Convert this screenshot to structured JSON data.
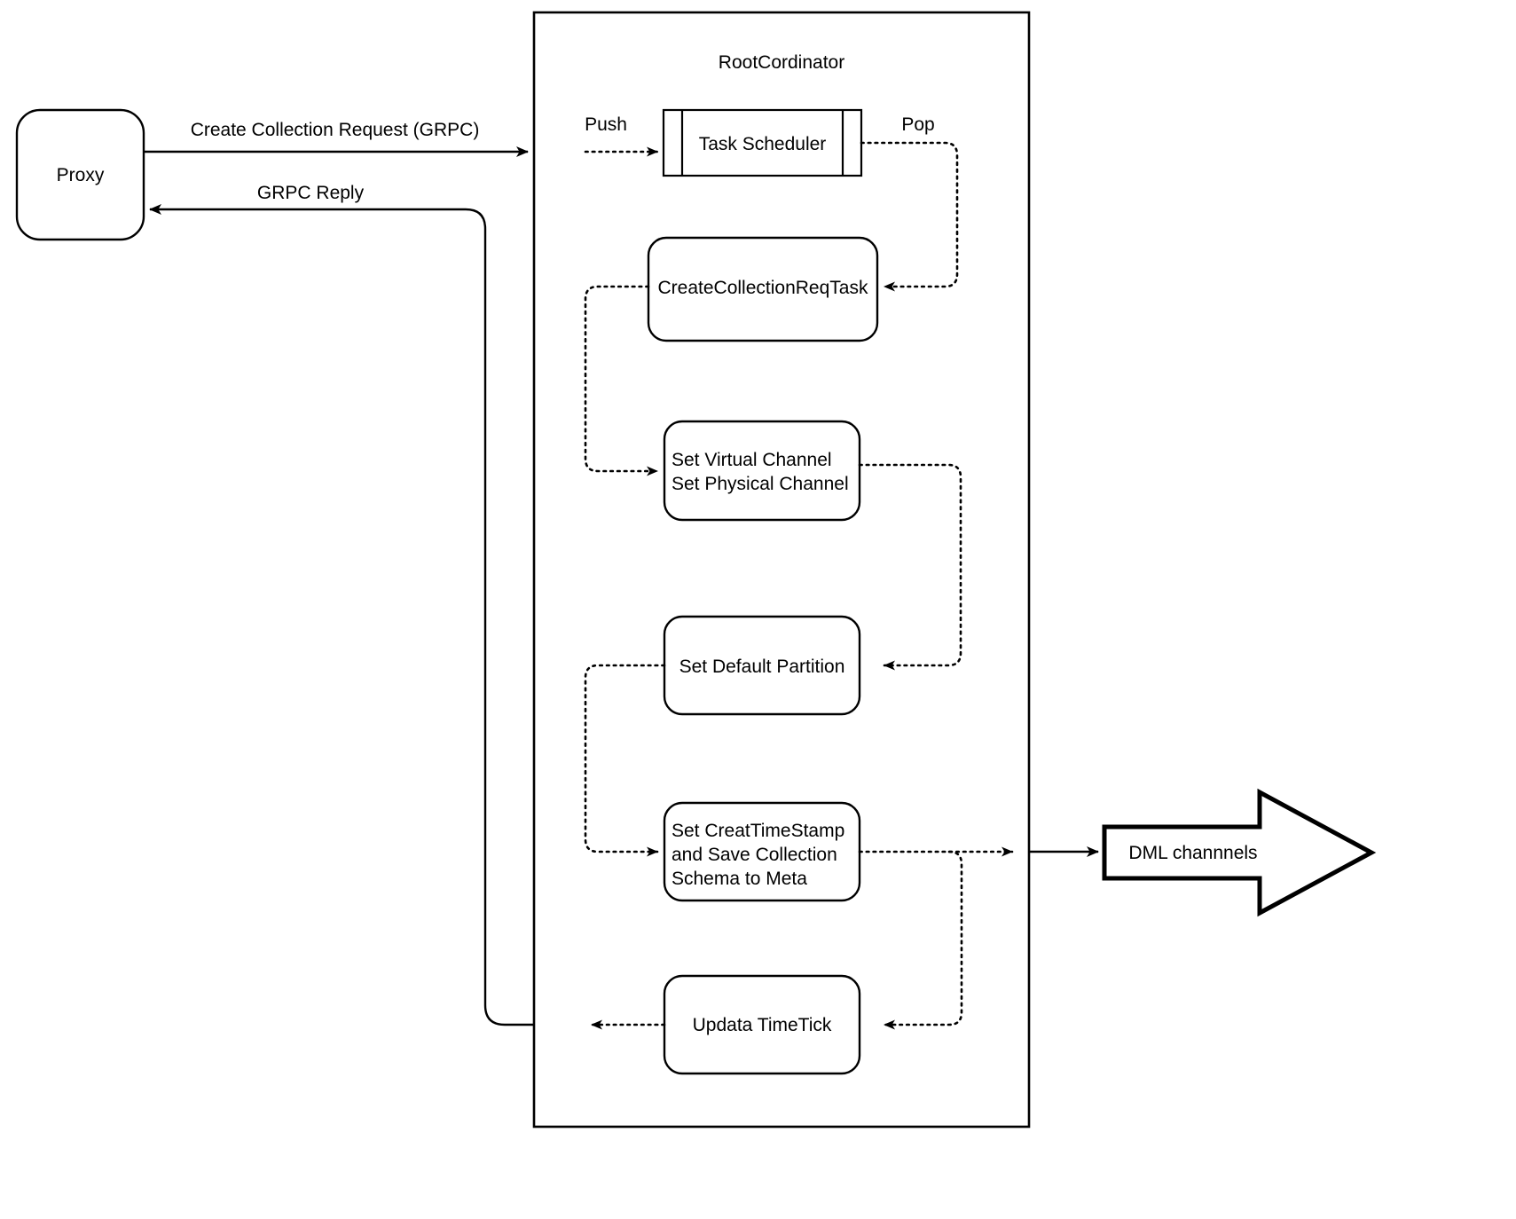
{
  "diagram": {
    "title_visible": false,
    "container": {
      "label": "RootCordinator"
    },
    "nodes": [
      {
        "id": "proxy",
        "label": "Proxy",
        "shape": "rounded-rect"
      },
      {
        "id": "task-scheduler",
        "label": "Task Scheduler",
        "shape": "queue"
      },
      {
        "id": "create-collection-req-task",
        "label": "CreateCollectionReqTask",
        "shape": "rounded-rect"
      },
      {
        "id": "set-channels",
        "label": "Set Virtual Channel\nSet Physical Channel",
        "shape": "rounded-rect"
      },
      {
        "id": "set-default-partition",
        "label": "Set Default Partition",
        "shape": "rounded-rect"
      },
      {
        "id": "set-timestamp",
        "label": "Set CreatTimeStamp\nand Save Collection\nSchema to Meta",
        "shape": "rounded-rect"
      },
      {
        "id": "updata-timetick",
        "label": "Updata TimeTick",
        "shape": "rounded-rect"
      },
      {
        "id": "dml-channnels",
        "label": "DML channnels",
        "shape": "block-arrow-right"
      }
    ],
    "node_labels": {
      "proxy": "Proxy",
      "task_scheduler": "Task Scheduler",
      "create_collection_req_task": "CreateCollectionReqTask",
      "set_channels_line1": "Set Virtual Channel",
      "set_channels_line2": "Set Physical Channel",
      "set_default_partition": "Set Default Partition",
      "set_timestamp_line1": "Set CreatTimeStamp",
      "set_timestamp_line2": "and Save Collection",
      "set_timestamp_line3": "Schema to Meta",
      "updata_timetick": "Updata TimeTick",
      "dml_channnels": "DML channnels"
    },
    "edge_labels": {
      "create_collection_request": "Create Collection Request (GRPC)",
      "grpc_reply": "GRPC Reply",
      "push": "Push",
      "pop": "Pop"
    },
    "edges": [
      {
        "from": "proxy",
        "to": "rootcordinator-boundary",
        "label": "Create Collection Request (GRPC)",
        "style": "solid"
      },
      {
        "from": "rootcordinator-boundary",
        "to": "task-scheduler",
        "label": "Push",
        "style": "dotted"
      },
      {
        "from": "task-scheduler",
        "to": "create-collection-req-task",
        "label": "Pop",
        "style": "dotted"
      },
      {
        "from": "create-collection-req-task",
        "to": "set-channels",
        "label": "",
        "style": "dotted"
      },
      {
        "from": "set-channels",
        "to": "set-default-partition",
        "label": "",
        "style": "dotted"
      },
      {
        "from": "set-default-partition",
        "to": "set-timestamp",
        "label": "",
        "style": "dotted"
      },
      {
        "from": "set-timestamp",
        "to": "dml-channnels",
        "label": "",
        "style": "mixed"
      },
      {
        "from": "set-timestamp",
        "to": "updata-timetick",
        "label": "",
        "style": "dotted"
      },
      {
        "from": "updata-timetick",
        "to": "proxy",
        "label": "GRPC Reply",
        "style": "mixed"
      }
    ],
    "colors": {
      "stroke": "#000000",
      "fill": "#ffffff",
      "text": "#000000"
    }
  }
}
